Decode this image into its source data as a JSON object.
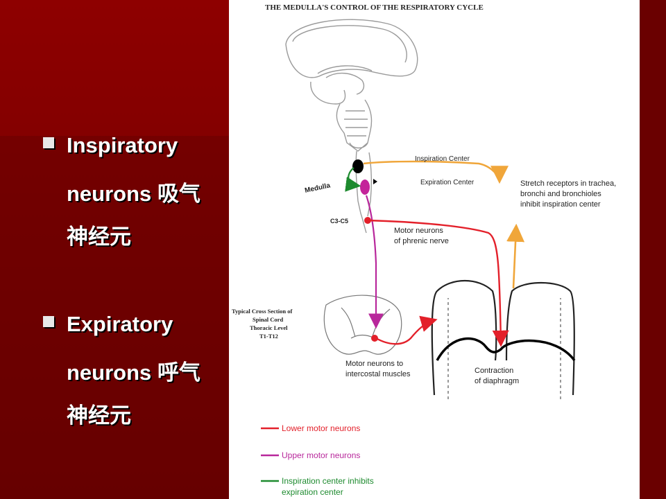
{
  "bullets": [
    {
      "term": "Inspiratory",
      "line2": "neurons 吸气",
      "line3": "神经元"
    },
    {
      "term": "Expiratory",
      "line2": "neurons 呼气",
      "line3": "神经元"
    }
  ],
  "diagram": {
    "title": "THE MEDULLA'S CONTROL OF THE RESPIRATORY CYCLE",
    "labels": {
      "inspiration_center": "Inspiration Center",
      "expiration_center": "Expiration Center",
      "medulla": "Medulla",
      "c3c5": "C3-C5",
      "stretch_1": "Stretch receptors in trachea,",
      "stretch_2": "bronchi and bronchioles",
      "stretch_3": "inhibit inspiration center",
      "phrenic_1": "Motor neurons",
      "phrenic_2": "of phrenic nerve",
      "cross_1": "Typical Cross Section of",
      "cross_2": "Spinal Cord",
      "cross_3": "Thoracic Level",
      "cross_4": "T1-T12",
      "intercostal_1": "Motor neurons to",
      "intercostal_2": "intercostal muscles",
      "diaphragm_1": "Contraction",
      "diaphragm_2": "of diaphragm"
    },
    "legend": [
      {
        "text": "Lower motor neurons",
        "color": "#e3202a"
      },
      {
        "text": "Upper motor neurons",
        "color": "#b8279b"
      },
      {
        "text": "Inspiration center inhibits",
        "text2": "expiration center",
        "color": "#1d8a2e"
      }
    ],
    "colors": {
      "inspiration": "#000000",
      "expiration": "#c4239a",
      "feedback": "#f0a63a"
    }
  }
}
